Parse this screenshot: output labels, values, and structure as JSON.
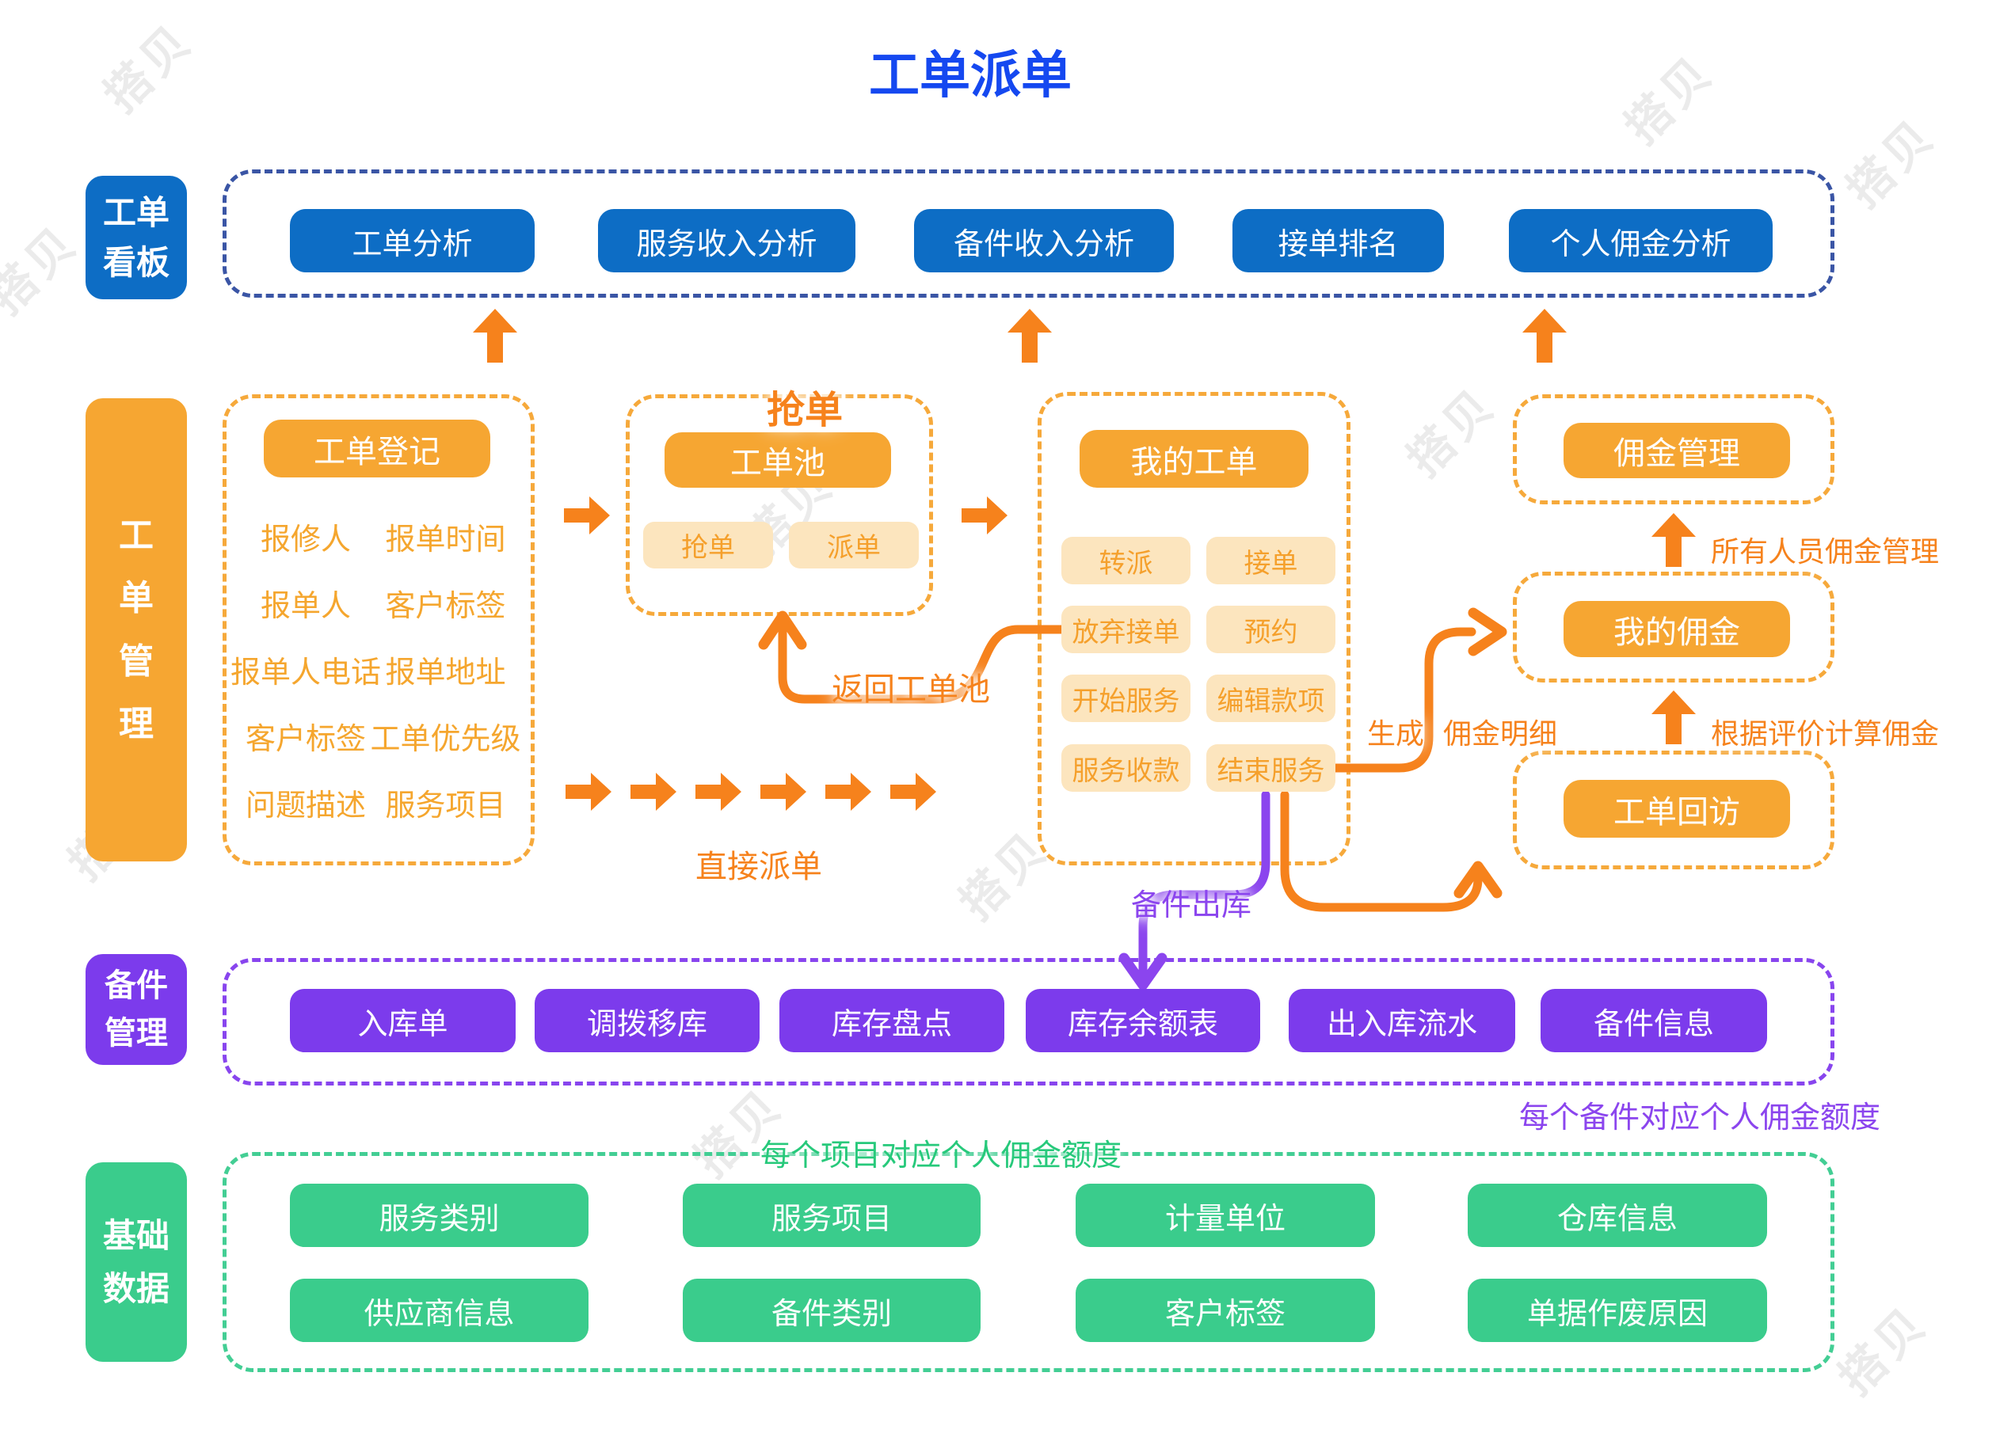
{
  "title": "工单派单",
  "watermark": {
    "text": "搭贝"
  },
  "colors": {
    "title_blue": "#1548F0",
    "button_blue": "#0D6DC5",
    "navy_dashed_border": "#3A55A5",
    "orange": "#F6A632",
    "orange_deep": "#F6821C",
    "orange_light_bg": "#FCE5BE",
    "orange_light_text": "#F5A02C",
    "purple": "#7C3BEC",
    "purple_line": "#8B45EE",
    "green": "#3ACC8C",
    "green_caption": "#27C97B"
  },
  "sidebar": [
    {
      "label": "工单\n看板"
    },
    {
      "label": "工\n单\n管\n理"
    },
    {
      "label": "备件\n管理"
    },
    {
      "label": "基础\n数据"
    }
  ],
  "dashboard": {
    "buttons": [
      "工单分析",
      "服务收入分析",
      "备件收入分析",
      "接单排名",
      "个人佣金分析"
    ]
  },
  "work_order": {
    "registration": {
      "title": "工单登记",
      "fields": [
        [
          "报修人",
          "报单时间"
        ],
        [
          "报单人",
          "客户标签"
        ],
        [
          "报单人电话",
          "报单地址"
        ],
        [
          "客户标签",
          "工单优先级"
        ],
        [
          "问题描述",
          "服务项目"
        ]
      ]
    },
    "pool": {
      "grab_label": "抢单",
      "title": "工单池",
      "actions": [
        "抢单",
        "派单"
      ]
    },
    "my_orders": {
      "title": "我的工单",
      "actions": [
        [
          "转派",
          "接单"
        ],
        [
          "放弃接单",
          "预约"
        ],
        [
          "开始服务",
          "编辑款项"
        ],
        [
          "服务收款",
          "结束服务"
        ]
      ]
    },
    "commission_mgmt": "佣金管理",
    "my_commission": "我的佣金",
    "visit": "工单回访",
    "labels": {
      "return_pool": "返回工单池",
      "direct_dispatch": "直接派单",
      "generate": "生成",
      "commission_detail": "佣金明细",
      "all_staff_commission": "所有人员佣金管理",
      "commission_by_rating": "根据评价计算佣金",
      "parts_outbound": "备件出库"
    }
  },
  "spare_parts": {
    "buttons": [
      "入库单",
      "调拨移库",
      "库存盘点",
      "库存余额表",
      "出入库流水",
      "备件信息"
    ],
    "caption": "每个备件对应个人佣金额度"
  },
  "base_data": {
    "caption": "每个项目对应个人佣金额度",
    "rows": [
      [
        "服务类别",
        "服务项目",
        "计量单位",
        "仓库信息"
      ],
      [
        "供应商信息",
        "备件类别",
        "客户标签",
        "单据作废原因"
      ]
    ]
  }
}
